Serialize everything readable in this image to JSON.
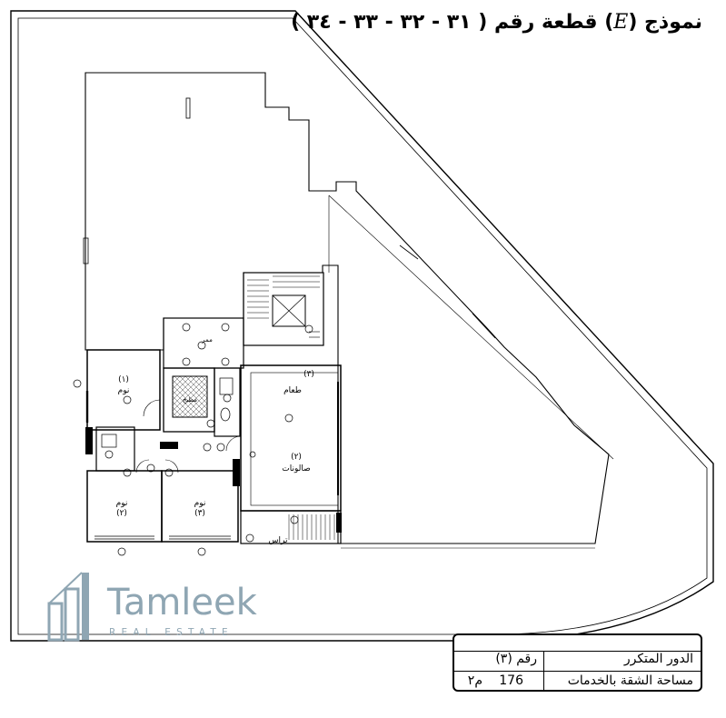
{
  "title": {
    "prefix": "نموذج (",
    "model_letter": "E",
    "suffix": ") قطعة رقم ( ٣١ - ٣٢ - ٣٣ - ٣٤ )"
  },
  "rooms": {
    "bedroom_1_name": "نوم",
    "bedroom_1_no": "(١)",
    "bedroom_2_name": "نوم",
    "bedroom_2_no": "(٢)",
    "bedroom_3_name": "نوم",
    "bedroom_3_no": "(٣)",
    "kitchen": "مطبخ",
    "dining": "طعام",
    "living": "صالونات",
    "living_no": "(٢)",
    "corridor": "ممر",
    "terrace": "تراس",
    "entry_no": "(٣)"
  },
  "brand": {
    "name": "Tamleek",
    "tagline": "REAL ESTATE",
    "color": "#8fa6b3"
  },
  "info": {
    "floor_label": "الدور المتكرر",
    "number_label": "رقم (٣)",
    "area_label": "مساحة الشقة بالخدمات",
    "area_value": "176",
    "area_unit": "م٢"
  }
}
